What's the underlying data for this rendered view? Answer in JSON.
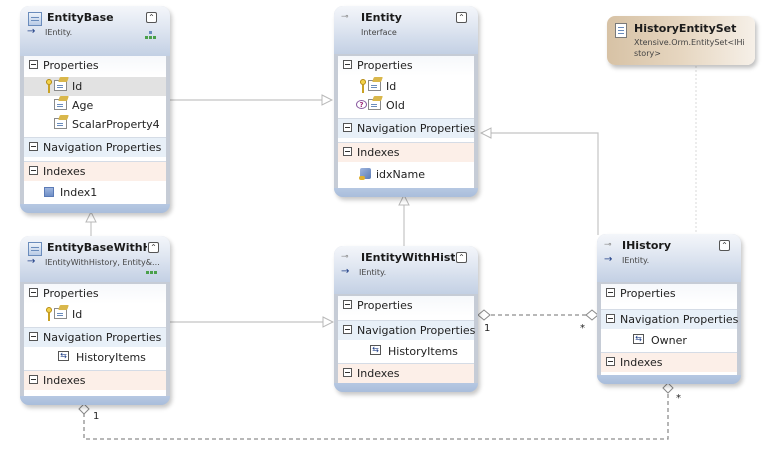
{
  "diagram": {
    "entities": [
      {
        "name": "EntityBase",
        "subtitle": "IEntity.",
        "properties": [
          "Id",
          "Age",
          "ScalarProperty4"
        ],
        "navigation_properties": [],
        "indexes": [
          "Index1"
        ]
      },
      {
        "name": "IEntity",
        "subtitle": "Interface",
        "properties": [
          "Id",
          "OId"
        ],
        "navigation_properties": [],
        "indexes": [
          "idxName"
        ]
      },
      {
        "name": "EntityBaseWithHist",
        "subtitle": "IEntityWithHistory, Entity&...",
        "properties": [
          "Id"
        ],
        "navigation_properties": [
          "HistoryItems"
        ],
        "indexes": []
      },
      {
        "name": "IEntityWithHistory",
        "subtitle": "IEntity.",
        "properties": [],
        "navigation_properties": [
          "HistoryItems"
        ],
        "indexes": []
      },
      {
        "name": "IHistory",
        "subtitle": "IEntity.",
        "properties": [],
        "navigation_properties": [
          "Owner"
        ],
        "indexes": []
      }
    ],
    "entity_set": {
      "name": "HistoryEntitySet",
      "type_line1": "Xtensive.Orm.EntitySet<IHi",
      "type_line2": "story>"
    },
    "section_labels": {
      "properties": "Properties",
      "navigation": "Navigation Properties",
      "indexes": "Indexes"
    },
    "associations": [
      {
        "from": "IEntityWithHistory",
        "to": "IHistory",
        "from_mult": "1",
        "to_mult": "*"
      },
      {
        "from": "EntityBaseWithHist",
        "to": "IHistory",
        "from_mult": "1",
        "to_mult": "*"
      }
    ],
    "collapse_glyph": "⌃",
    "colors": {
      "header_top": "#f4f6fa",
      "header_bottom": "#c3d0e4",
      "frame": "#c6ccd6",
      "nav_section": "#e8f0f8",
      "index_section": "#fcefe8",
      "entity_set": "#d7c2a5"
    }
  }
}
